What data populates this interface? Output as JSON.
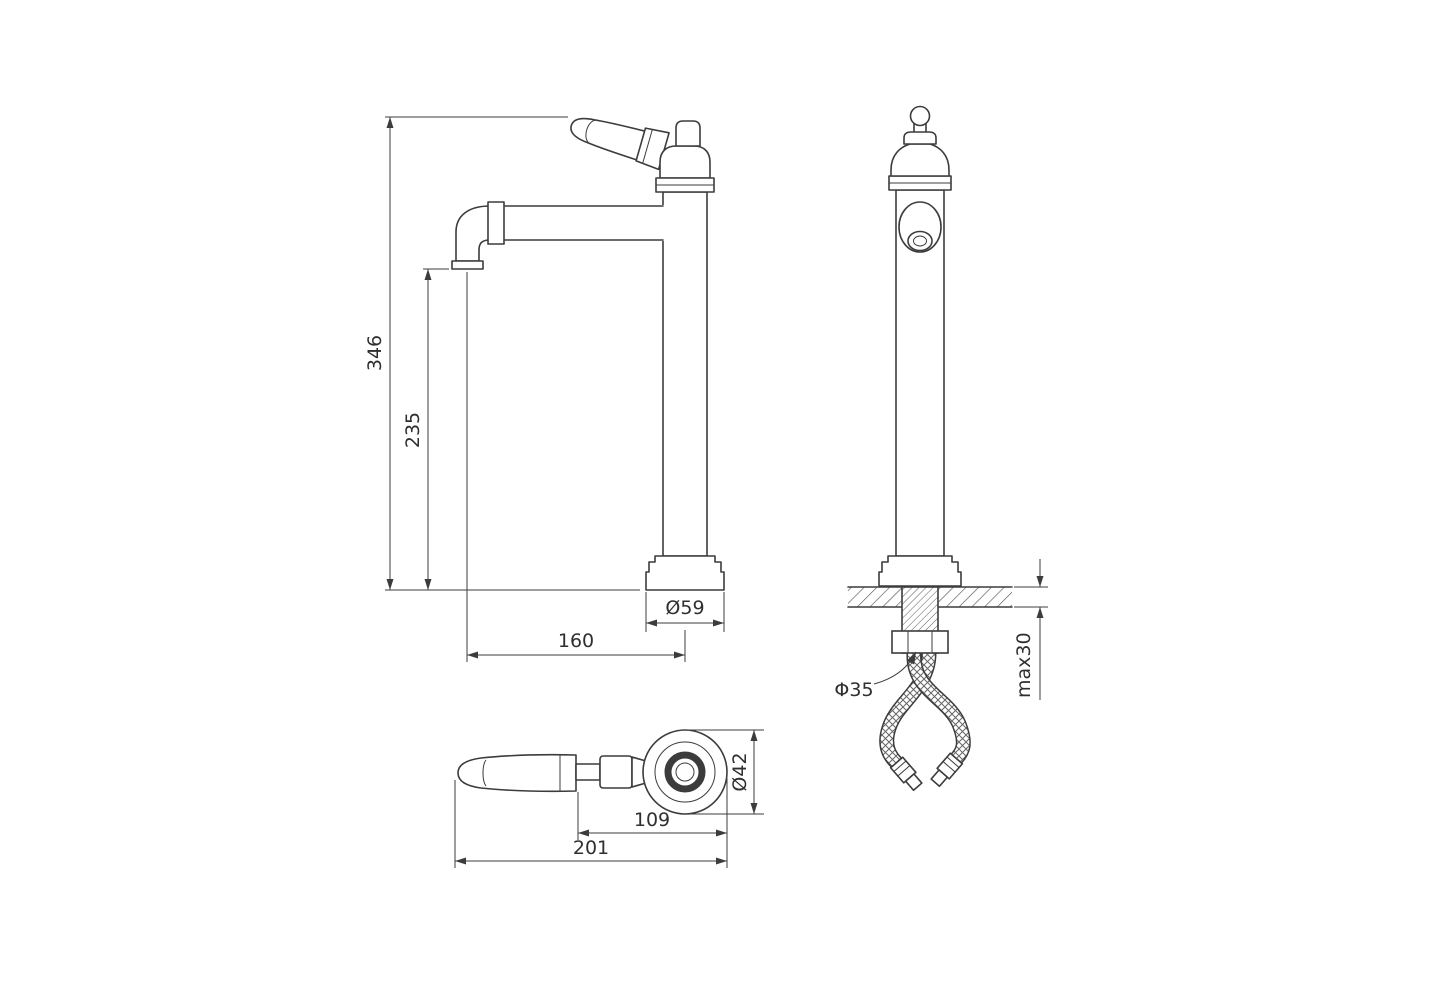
{
  "drawing": {
    "subject": "Single-lever tall basin mixer tap - dimensional technical drawing",
    "line_color": "#3c3c3c",
    "background": "#ffffff",
    "dims": {
      "total_height": "346",
      "spout_outlet_height": "235",
      "spout_reach": "160",
      "base_diameter": "Ø59",
      "mounting_hole_diameter": "Φ35",
      "max_deck_thickness": "max30",
      "top_diameter": "Ø42",
      "handle_to_body": "109",
      "overall_depth": "201"
    }
  }
}
